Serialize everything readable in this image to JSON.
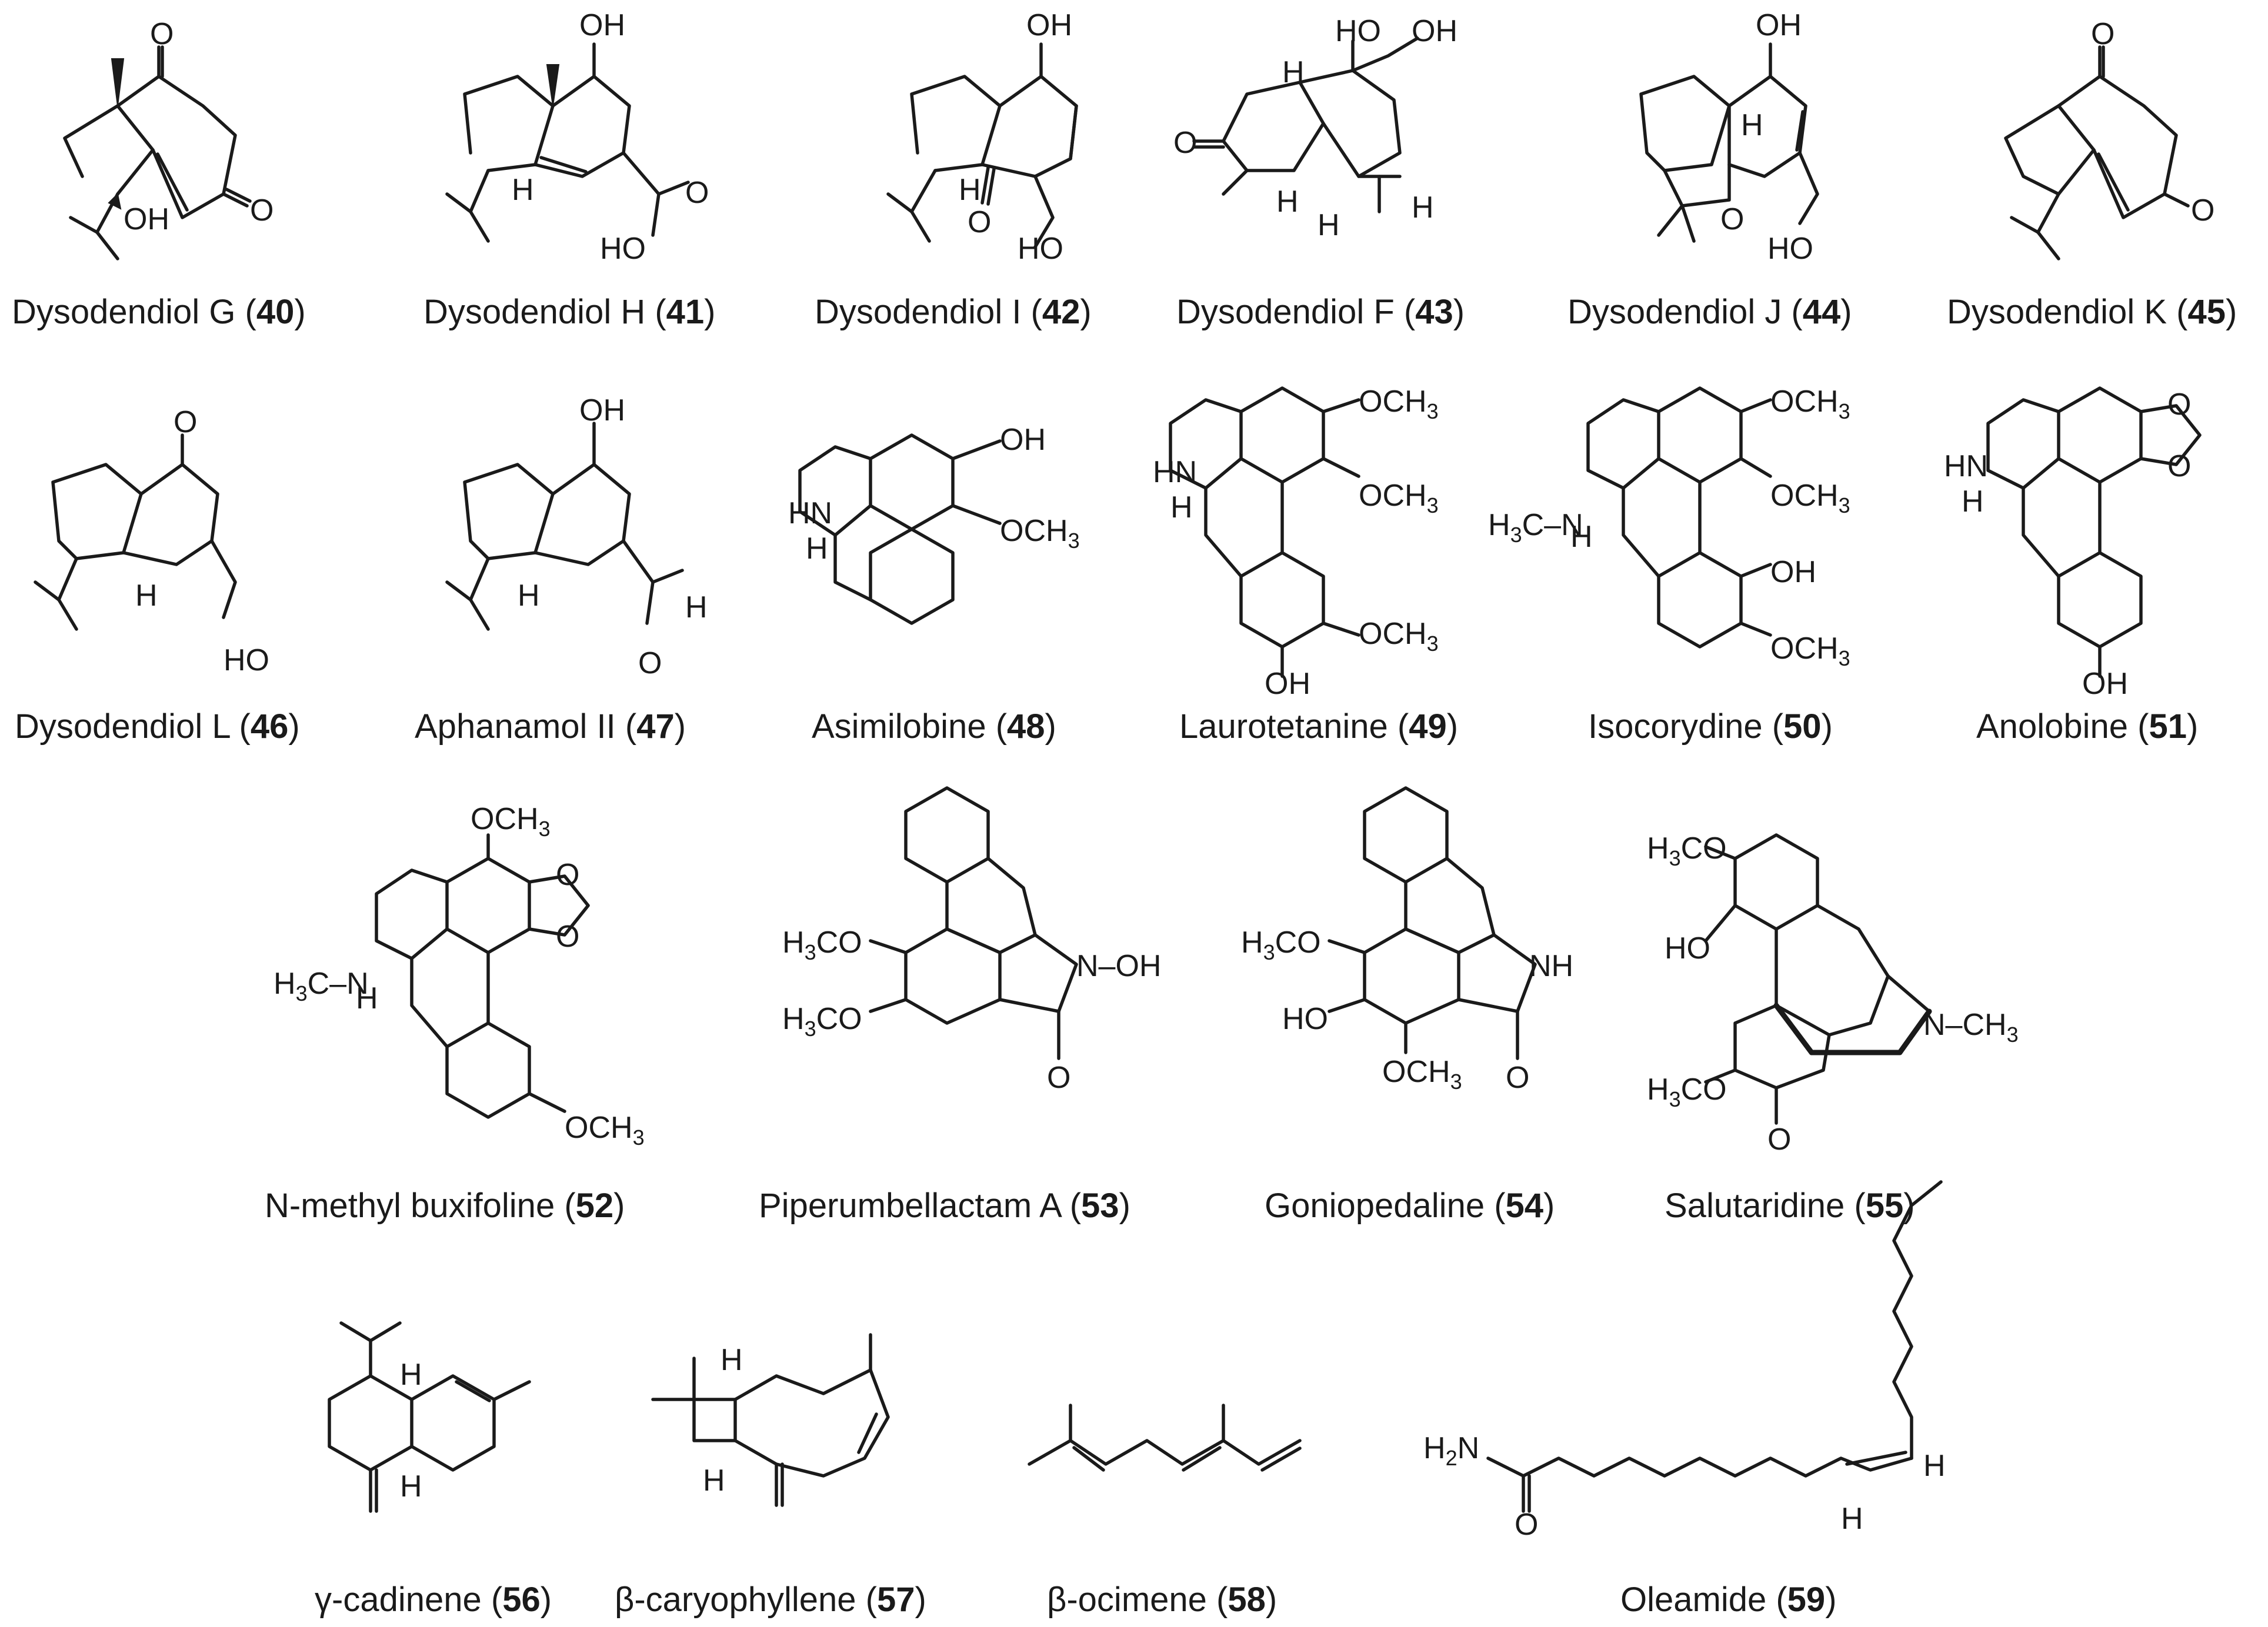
{
  "compounds": [
    {
      "name": "Dysodendiol G",
      "number": "40"
    },
    {
      "name": "Dysodendiol H",
      "number": "41"
    },
    {
      "name": "Dysodendiol I",
      "number": "42"
    },
    {
      "name": "Dysodendiol F",
      "number": "43"
    },
    {
      "name": "Dysodendiol J",
      "number": "44"
    },
    {
      "name": "Dysodendiol K",
      "number": "45"
    },
    {
      "name": "Dysodendiol L",
      "number": "46"
    },
    {
      "name": "Aphanamol II",
      "number": "47"
    },
    {
      "name": "Asimilobine",
      "number": "48"
    },
    {
      "name": "Laurotetanine",
      "number": "49"
    },
    {
      "name": "Isocorydine",
      "number": "50"
    },
    {
      "name": "Anolobine",
      "number": "51"
    },
    {
      "name": "N-methyl buxifoline",
      "number": "52"
    },
    {
      "name": "Piperumbellactam A",
      "number": "53"
    },
    {
      "name": "Goniopedaline",
      "number": "54"
    },
    {
      "name": "Salutaridine",
      "number": "55"
    },
    {
      "name": "γ-cadinene",
      "number": "56"
    },
    {
      "name": "β-caryophyllene",
      "number": "57"
    },
    {
      "name": "β-ocimene",
      "number": "58"
    },
    {
      "name": "Oleamide",
      "number": "59"
    }
  ],
  "atom_labels": {
    "O": "O",
    "OH": "OH",
    "HO": "HO",
    "H": "H",
    "HN": "HN",
    "NH": "NH",
    "N": "N",
    "N_OH": "N–OH",
    "N_CH3": "N–CH",
    "OCH": "OCH",
    "H3C": "H",
    "CO": "CO",
    "C_minus": "C–",
    "H2N_H": "H",
    "H2N_N": "N",
    "sub3": "3",
    "sub2": "2"
  }
}
